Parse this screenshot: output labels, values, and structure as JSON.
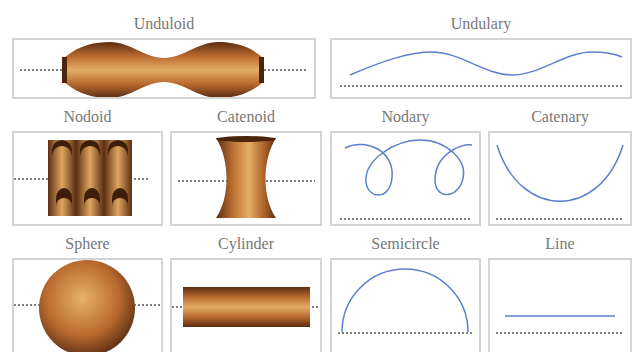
{
  "diagram": {
    "nodes": [
      {
        "text": [
          "Unduloid"
        ]
      },
      {
        "text": [
          "Undulary"
        ]
      },
      {
        "text": [
          "Nodoid"
        ]
      },
      {
        "text": [
          "Catenoid"
        ]
      },
      {
        "text": [
          "Nodary"
        ]
      },
      {
        "text": [
          "Catenary"
        ]
      },
      {
        "text": [
          "Sphere"
        ]
      },
      {
        "text": [
          "Cylinder"
        ]
      },
      {
        "text": [
          "Semicircle"
        ]
      },
      {
        "text": [
          "Line"
        ]
      }
    ]
  }
}
